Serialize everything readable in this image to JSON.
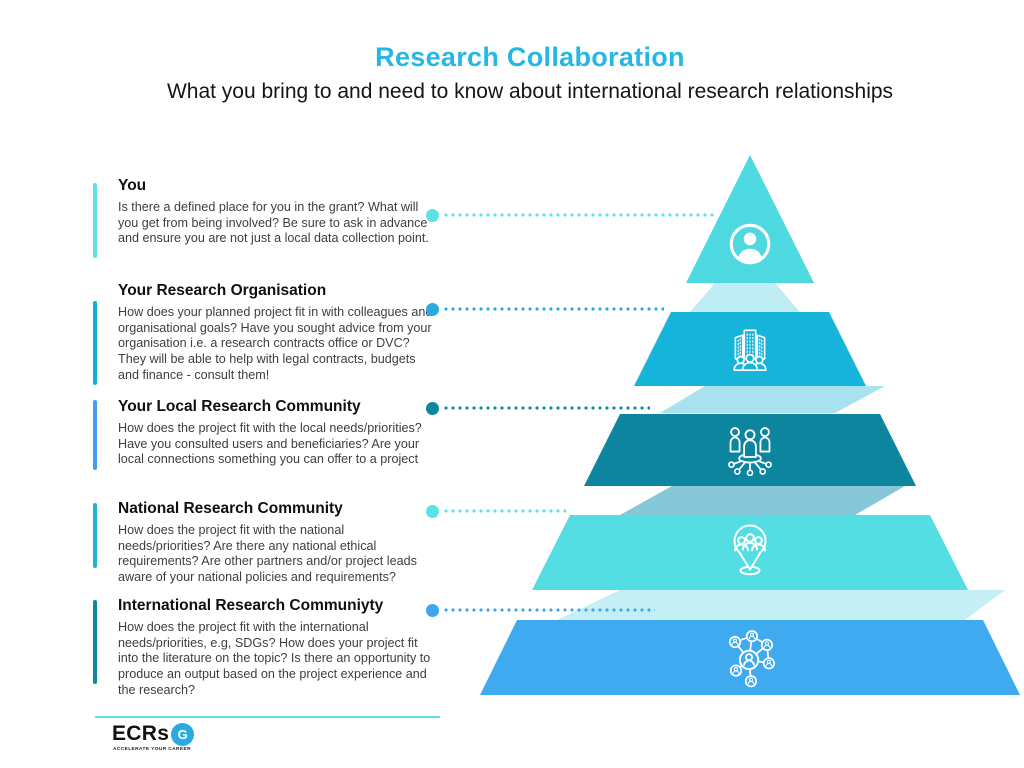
{
  "header": {
    "title": "Research Collaboration",
    "subtitle": "What you bring to and need to know about international research relationships"
  },
  "sections": [
    {
      "title": "You",
      "body": "Is there a defined place for you in the grant? What will you get from being involved? Be sure to ask in advance and ensure you are not just a local data collection point.",
      "accent": "#5fe0e6",
      "dot": "#5ce1e6"
    },
    {
      "title": "Your Research Organisation",
      "body": "How does your planned project fit in with colleagues and organisational goals? Have you sought advice from your organisation i.e. a research contracts office or DVC? They will be able to help with legal contracts, budgets and finance - consult them!",
      "accent": "#14afd6",
      "dot": "#29a9e2"
    },
    {
      "title": "Your Local Research Community",
      "body": "How does the project fit with the local needs/priorities? Have you consulted users and beneficiaries? Are your local connections something you can offer to a project",
      "accent": "#3fa0f2",
      "dot": "#0e869e"
    },
    {
      "title": "National Research Community",
      "body": "How does the project fit with the national needs/priorities?  Are there any national ethical requirements? Are other partners and/or project leads aware of your national policies and requirements?",
      "accent": "#1cb5d9",
      "dot": "#5ce1e6"
    },
    {
      "title": "International Research Communiyty",
      "body": "How does the project fit with the international needs/priorities, e.g, SDGs? How does your project fit into the literature on the topic? Is there an opportunity to produce an output based on the project experience and the research?",
      "accent": "#12879e",
      "dot": "#3fa5ef"
    }
  ],
  "pyramid": {
    "levels": [
      {
        "icon": "person-circle-icon",
        "color": "#4ed8e0"
      },
      {
        "icon": "organisation-buildings-icon",
        "color": "#15b4d8"
      },
      {
        "icon": "local-community-network-icon",
        "color": "#0e859e"
      },
      {
        "icon": "national-community-pin-icon",
        "color": "#54dde3"
      },
      {
        "icon": "international-people-network-icon",
        "color": "#3faaf0"
      }
    ],
    "ribbons": [
      "#beedf3",
      "#a9e2ef",
      "#85c6d9",
      "#c3eff5"
    ]
  },
  "footer": {
    "logo_text": "ECRs",
    "logo_badge_letter": "G",
    "tagline": "ACCELERATE YOUR CAREER",
    "divider_color": "#5ce1e6",
    "badge_color": "#29abe2"
  },
  "colors": {
    "title_accent": "#26b8e4",
    "background": "#ffffff",
    "body_text": "#3e3e3e"
  }
}
